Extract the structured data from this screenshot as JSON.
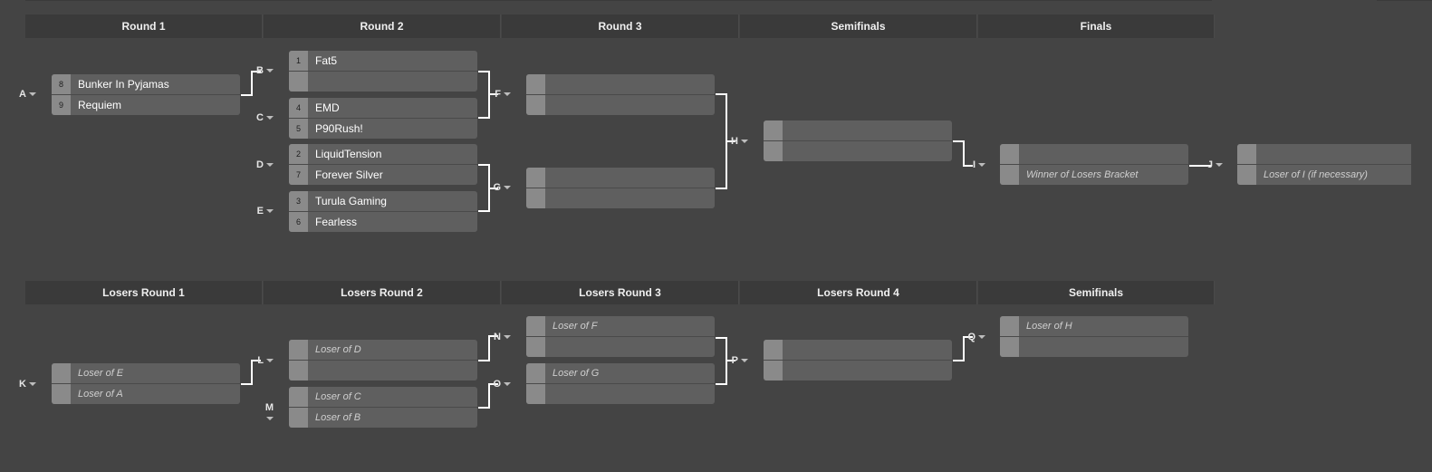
{
  "winners": {
    "rounds": [
      "Round 1",
      "Round 2",
      "Round 3",
      "Semifinals",
      "Finals"
    ],
    "matches": {
      "A": {
        "label": "A",
        "teams": [
          {
            "seed": "8",
            "name": "Bunker In Pyjamas"
          },
          {
            "seed": "9",
            "name": "Requiem"
          }
        ]
      },
      "B": {
        "label": "B",
        "teams": [
          {
            "seed": "1",
            "name": "Fat5"
          },
          {
            "seed": "",
            "name": ""
          }
        ]
      },
      "C": {
        "label": "C",
        "teams": [
          {
            "seed": "4",
            "name": "EMD"
          },
          {
            "seed": "5",
            "name": "P90Rush!"
          }
        ]
      },
      "D": {
        "label": "D",
        "teams": [
          {
            "seed": "2",
            "name": "LiquidTension"
          },
          {
            "seed": "7",
            "name": "Forever Silver"
          }
        ]
      },
      "E": {
        "label": "E",
        "teams": [
          {
            "seed": "3",
            "name": "Turula Gaming"
          },
          {
            "seed": "6",
            "name": "Fearless"
          }
        ]
      },
      "F": {
        "label": "F",
        "teams": [
          {
            "seed": "",
            "name": ""
          },
          {
            "seed": "",
            "name": ""
          }
        ]
      },
      "G": {
        "label": "G",
        "teams": [
          {
            "seed": "",
            "name": ""
          },
          {
            "seed": "",
            "name": ""
          }
        ]
      },
      "H": {
        "label": "H",
        "teams": [
          {
            "seed": "",
            "name": ""
          },
          {
            "seed": "",
            "name": ""
          }
        ]
      },
      "I": {
        "label": "I",
        "teams": [
          {
            "seed": "",
            "name": ""
          },
          {
            "seed": "",
            "name": "Winner of Losers Bracket"
          }
        ]
      },
      "J": {
        "label": "J",
        "teams": [
          {
            "seed": "",
            "name": ""
          },
          {
            "seed": "",
            "name": "Loser of I (if necessary)"
          }
        ]
      }
    }
  },
  "losers": {
    "rounds": [
      "Losers Round 1",
      "Losers Round 2",
      "Losers Round 3",
      "Losers Round 4",
      "Semifinals"
    ],
    "matches": {
      "K": {
        "label": "K",
        "teams": [
          {
            "seed": "",
            "name": "Loser of E"
          },
          {
            "seed": "",
            "name": "Loser of A"
          }
        ]
      },
      "L": {
        "label": "L",
        "teams": [
          {
            "seed": "",
            "name": "Loser of D"
          },
          {
            "seed": "",
            "name": ""
          }
        ]
      },
      "M": {
        "label": "M",
        "teams": [
          {
            "seed": "",
            "name": "Loser of C"
          },
          {
            "seed": "",
            "name": "Loser of B"
          }
        ]
      },
      "N": {
        "label": "N",
        "teams": [
          {
            "seed": "",
            "name": "Loser of F"
          },
          {
            "seed": "",
            "name": ""
          }
        ]
      },
      "O": {
        "label": "O",
        "teams": [
          {
            "seed": "",
            "name": "Loser of G"
          },
          {
            "seed": "",
            "name": ""
          }
        ]
      },
      "P": {
        "label": "P",
        "teams": [
          {
            "seed": "",
            "name": ""
          },
          {
            "seed": "",
            "name": ""
          }
        ]
      },
      "Q": {
        "label": "Q",
        "teams": [
          {
            "seed": "",
            "name": "Loser of H"
          },
          {
            "seed": "",
            "name": ""
          }
        ]
      }
    }
  },
  "colors": {
    "background": "#444444",
    "header": "#3a3a3a",
    "slot": "#5f5f5f",
    "seed": "#8a8a8a",
    "connector": "#ffffff"
  }
}
